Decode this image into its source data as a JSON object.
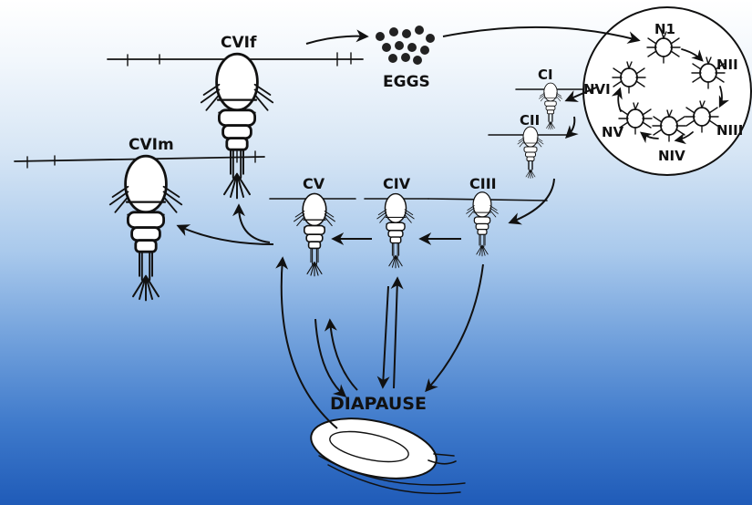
{
  "labels": {
    "eggs": "EGGS",
    "n1": "N1",
    "n2": "NII",
    "n3": "NIII",
    "n4": "NIV",
    "n5": "NV",
    "n6": "NVI",
    "c1": "CI",
    "c2": "CII",
    "c3": "CIII",
    "c4": "CIV",
    "c5": "CV",
    "c6f": "CVIf",
    "c6m": "CVIm",
    "diapause": "DIAPAUSE"
  },
  "colors": {
    "ink": "#111111",
    "sky_top": "#ffffff",
    "sea_bottom": "#1f5bb8"
  }
}
